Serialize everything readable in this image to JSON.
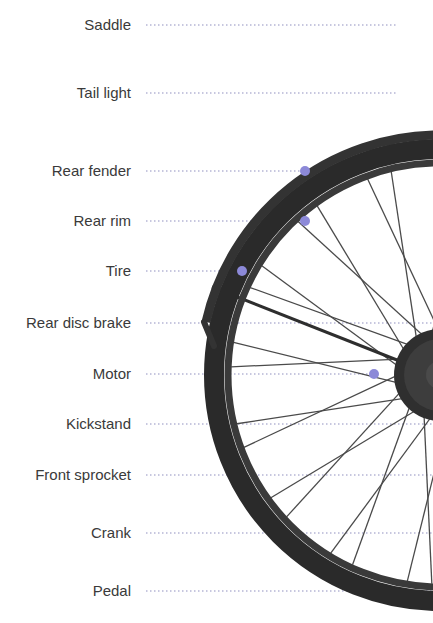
{
  "diagram": {
    "labels": [
      "Saddle",
      "Tail light",
      "Rear fender",
      "Rear rim",
      "Tire",
      "Rear disc brake",
      "Motor",
      "Kickstand",
      "Front sprocket",
      "Crank",
      "Pedal"
    ]
  }
}
